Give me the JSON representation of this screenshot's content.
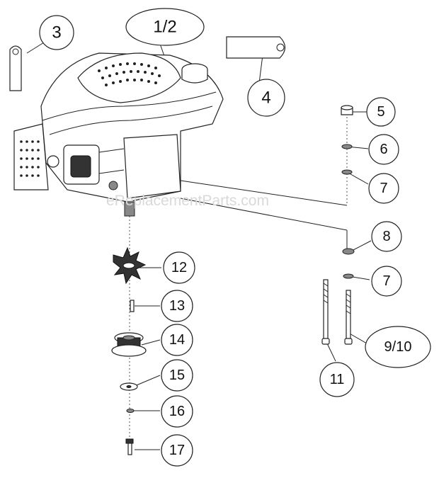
{
  "watermark": "eReplacementParts.com",
  "callouts": [
    {
      "id": "c3",
      "label": "3"
    },
    {
      "id": "c12",
      "label": "1/2"
    },
    {
      "id": "c4",
      "label": "4"
    },
    {
      "id": "c5",
      "label": "5"
    },
    {
      "id": "c6",
      "label": "6"
    },
    {
      "id": "c7a",
      "label": "7"
    },
    {
      "id": "c8",
      "label": "8"
    },
    {
      "id": "c7b",
      "label": "7"
    },
    {
      "id": "c910",
      "label": "9/10"
    },
    {
      "id": "c11",
      "label": "11"
    },
    {
      "id": "c12b",
      "label": "12"
    },
    {
      "id": "c13",
      "label": "13"
    },
    {
      "id": "c14",
      "label": "14"
    },
    {
      "id": "c15",
      "label": "15"
    },
    {
      "id": "c16",
      "label": "16"
    },
    {
      "id": "c17",
      "label": "17"
    }
  ]
}
